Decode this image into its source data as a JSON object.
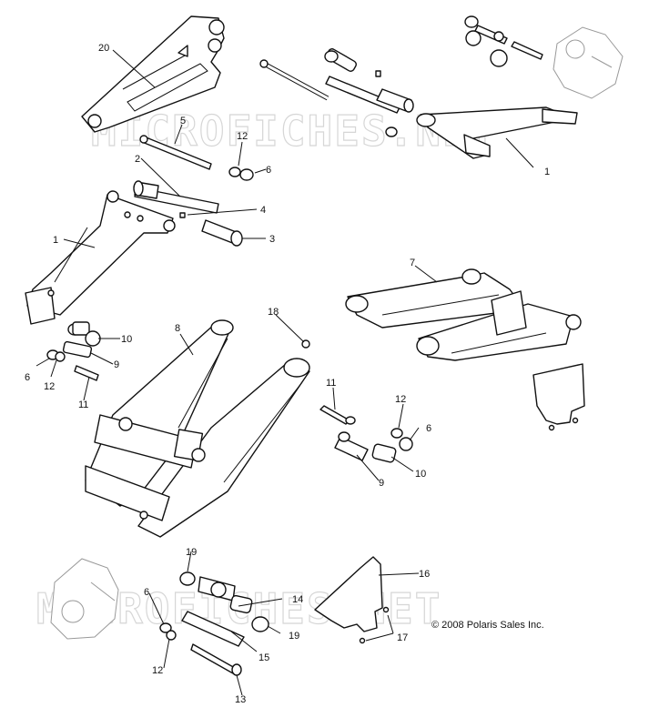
{
  "watermark": {
    "top": "MICROFICHES.NET",
    "bottom": "MICROFICHES.NET"
  },
  "copyright": "© 2008 Polaris Sales Inc.",
  "callouts": {
    "c20": "20",
    "c5": "5",
    "c12a": "12",
    "c6a": "6",
    "c2": "2",
    "c4": "4",
    "c3": "3",
    "c1a": "1",
    "c1b": "1",
    "c7": "7",
    "c8": "8",
    "c18": "18",
    "c10a": "10",
    "c9a": "9",
    "c6b": "6",
    "c12b": "12",
    "c11a": "11",
    "c11b": "11",
    "c12c": "12",
    "c6c": "6",
    "c9b": "9",
    "c10b": "10",
    "c19a": "19",
    "c16": "16",
    "c6d": "6",
    "c14": "14",
    "c19b": "19",
    "c17": "17",
    "c12d": "12",
    "c15": "15",
    "c13": "13"
  }
}
